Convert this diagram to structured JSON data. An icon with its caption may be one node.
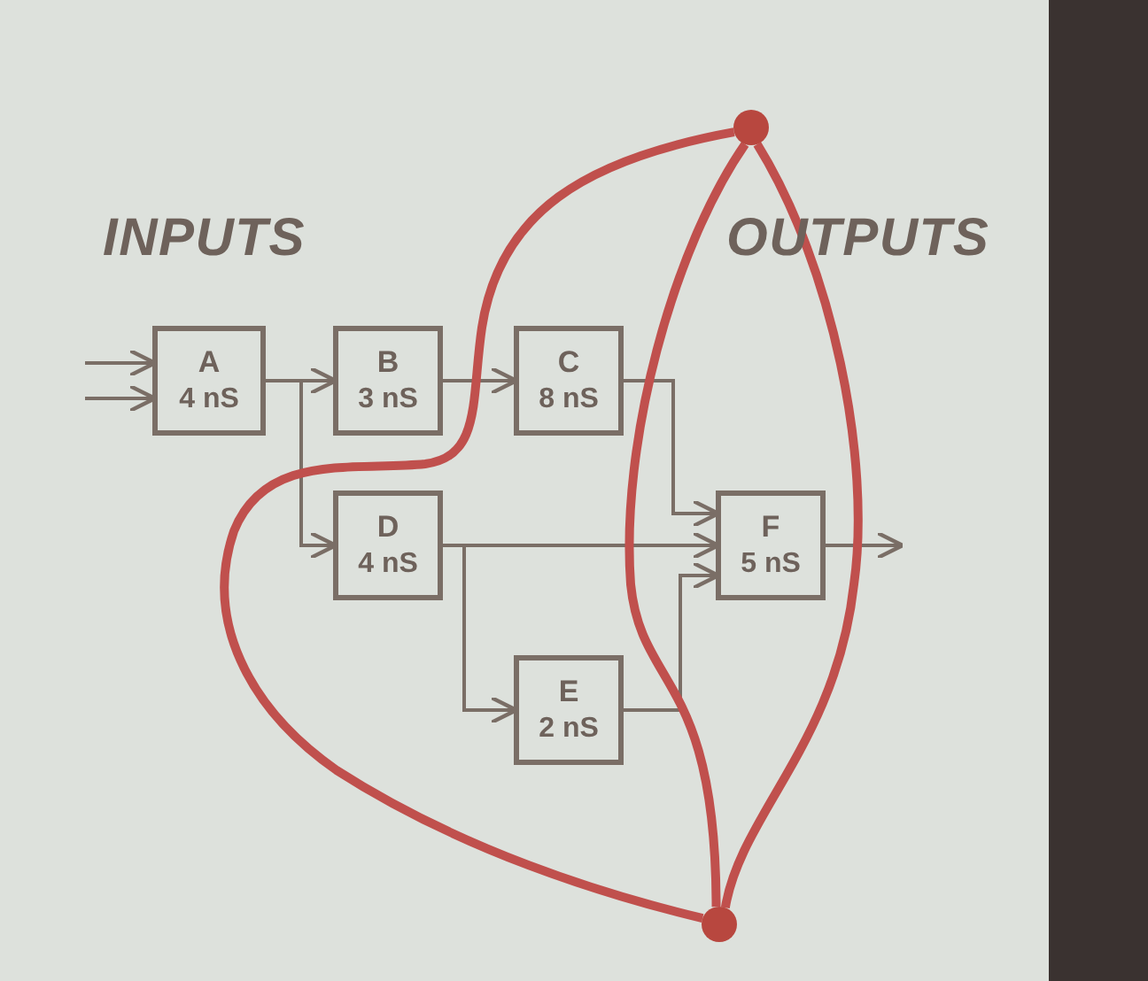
{
  "diagram": {
    "nodes": [
      {
        "text": [],
        "shape": "circle"
      },
      {
        "text": [
          "A",
          "4 nS"
        ]
      },
      {
        "text": [
          "B",
          "3 nS"
        ]
      },
      {
        "text": [
          "C",
          "8 nS"
        ]
      },
      {
        "text": [
          "D",
          "4 nS"
        ]
      },
      {
        "text": [
          "F",
          "5 nS"
        ]
      },
      {
        "text": [
          "E",
          "2 nS"
        ]
      },
      {
        "text": [],
        "shape": "circle"
      }
    ],
    "edges": [
      {
        "from": null,
        "to": 1,
        "arrow": "to"
      },
      {
        "from": null,
        "to": 1,
        "arrow": "to"
      },
      {
        "from": 1,
        "to": 2,
        "arrow": "to"
      },
      {
        "from": 1,
        "to": 4,
        "arrow": "to"
      },
      {
        "from": 2,
        "to": 3,
        "arrow": "to"
      },
      {
        "from": 3,
        "to": 5,
        "arrow": "to"
      },
      {
        "from": 4,
        "to": 5,
        "arrow": "to"
      },
      {
        "from": 4,
        "to": 6,
        "arrow": "to"
      },
      {
        "from": 6,
        "to": 5,
        "arrow": "to"
      },
      {
        "from": 5,
        "to": null,
        "arrow": "to"
      },
      {
        "from": 0,
        "to": 7,
        "arrow": "none",
        "style": "thick",
        "color": "#c0504d"
      },
      {
        "from": 0,
        "to": 7,
        "arrow": "none",
        "style": "thick",
        "color": "#c0504d"
      },
      {
        "from": 0,
        "to": 7,
        "arrow": "none",
        "style": "thick",
        "color": "#c0504d"
      }
    ],
    "labels": [
      "INPUTS",
      "OUTPUTS"
    ]
  }
}
